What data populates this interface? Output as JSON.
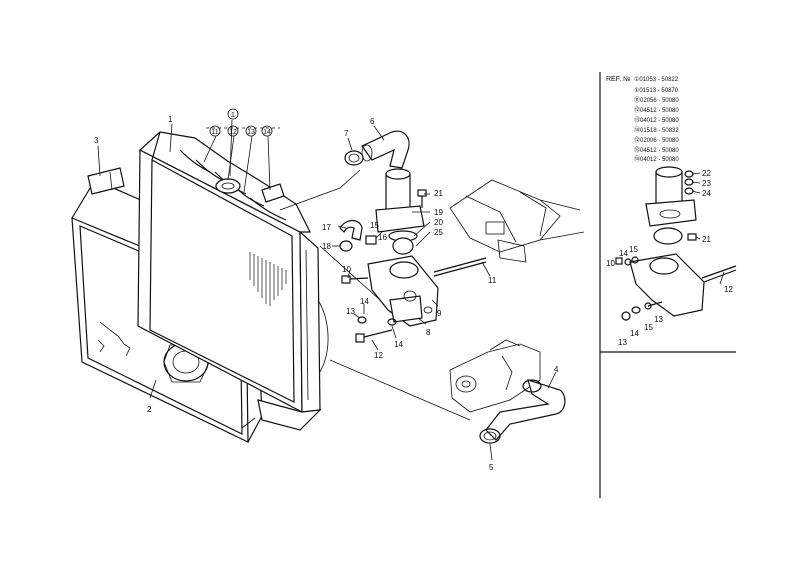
{
  "callouts": {
    "c1": "1",
    "c2": "2",
    "c3": "3",
    "c4": "4",
    "c5": "5",
    "c6": "6",
    "c7": "7",
    "c8": "8",
    "c9": "9",
    "c10": "10",
    "c11": "11",
    "c12": "12",
    "c13": "13",
    "c14": "14",
    "c15": "15",
    "c16": "16",
    "c17": "17",
    "c18": "18",
    "c19": "19",
    "c20": "20",
    "c21": "21",
    "c25": "25",
    "circle_1": "1",
    "circle_11": "11",
    "circle_12": "12",
    "circle_13": "13",
    "circle_14": "14"
  },
  "inset": {
    "ref_title": "REF. №",
    "refs": [
      "①01053 - 50822",
      "①01513 - 50870",
      "⑪02056 - 50080",
      "⑫04512 - 50080",
      "⑬04012 - 50080",
      "⑭01518 - 50832",
      "⑫02006 - 50080",
      "⑬04512 - 50080",
      "⑭04012 - 50080"
    ],
    "callouts": {
      "n22": "22",
      "n23": "23",
      "n24": "24",
      "n21": "21",
      "n10": "10",
      "n14a": "14",
      "n15a": "15",
      "n12": "12",
      "n13a": "13",
      "n14b": "14",
      "n15b": "15",
      "n13b": "13"
    }
  }
}
